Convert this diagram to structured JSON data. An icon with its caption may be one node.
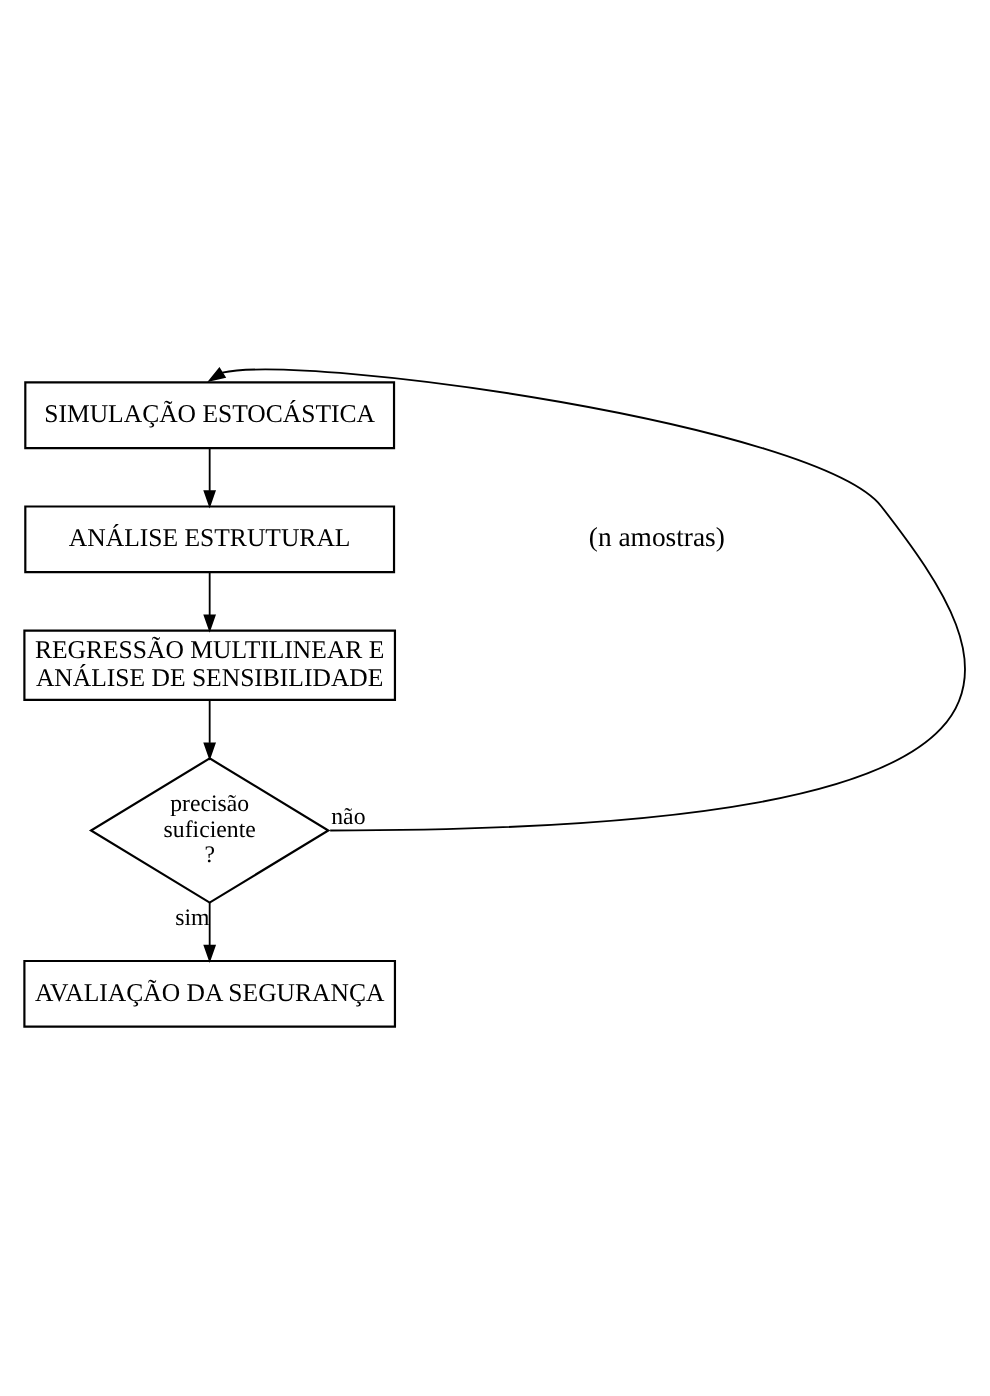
{
  "diagram": {
    "nodes": [
      {
        "text": [
          "SIMULAÇÃO ESTOCÁSTICA"
        ]
      },
      {
        "text": [
          "ANÁLISE ESTRUTURAL"
        ]
      },
      {
        "text": [
          "REGRESSÃO MULTILINEAR E ANÁLISE DE SENSIBILIDADE"
        ]
      },
      {
        "text": [
          "precisão suficiente ?"
        ]
      },
      {
        "text": [
          "AVALIAÇÃO DA SEGURANÇA"
        ]
      }
    ],
    "edges": [
      {
        "from": 0,
        "to": 1,
        "arrow": "to"
      },
      {
        "from": 1,
        "to": 2,
        "arrow": "to"
      },
      {
        "from": 2,
        "to": 3,
        "arrow": "to"
      },
      {
        "from": 3,
        "to": 0,
        "arrow": "to",
        "label": "não"
      },
      {
        "from": 3,
        "to": 4,
        "arrow": "to",
        "label": "sim"
      }
    ],
    "labels": [
      "(n amostras)"
    ]
  }
}
